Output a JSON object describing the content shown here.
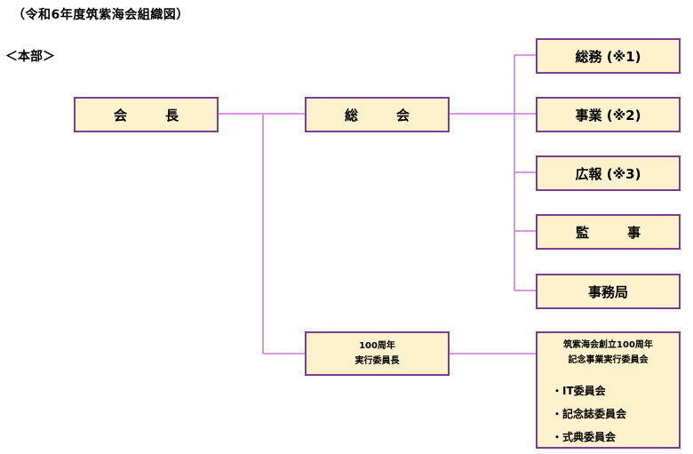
{
  "title": "（令和6年度筑紫海会組織図）",
  "section": "＜本部＞",
  "nodes": {
    "president": "会　長",
    "general_assembly": "総　会",
    "general_affairs": "総務 (※1)",
    "business": "事業 (※2)",
    "public_relations": "広報 (※3)",
    "auditor": "監　事",
    "secretariat": "事務局",
    "centennial_chair_line1": "100周年",
    "centennial_chair_line2": "実行委員長",
    "committee_line1": "筑紫海会創立100周年",
    "committee_line2": "記念事業実行委員会",
    "subcommittees": [
      "・IT委員会",
      "・記念誌委員会",
      "・式典委員会"
    ]
  },
  "colors": {
    "box_fill": "#fdf2cc",
    "box_border": "#7b3f8f",
    "connector": "#c879d6"
  }
}
